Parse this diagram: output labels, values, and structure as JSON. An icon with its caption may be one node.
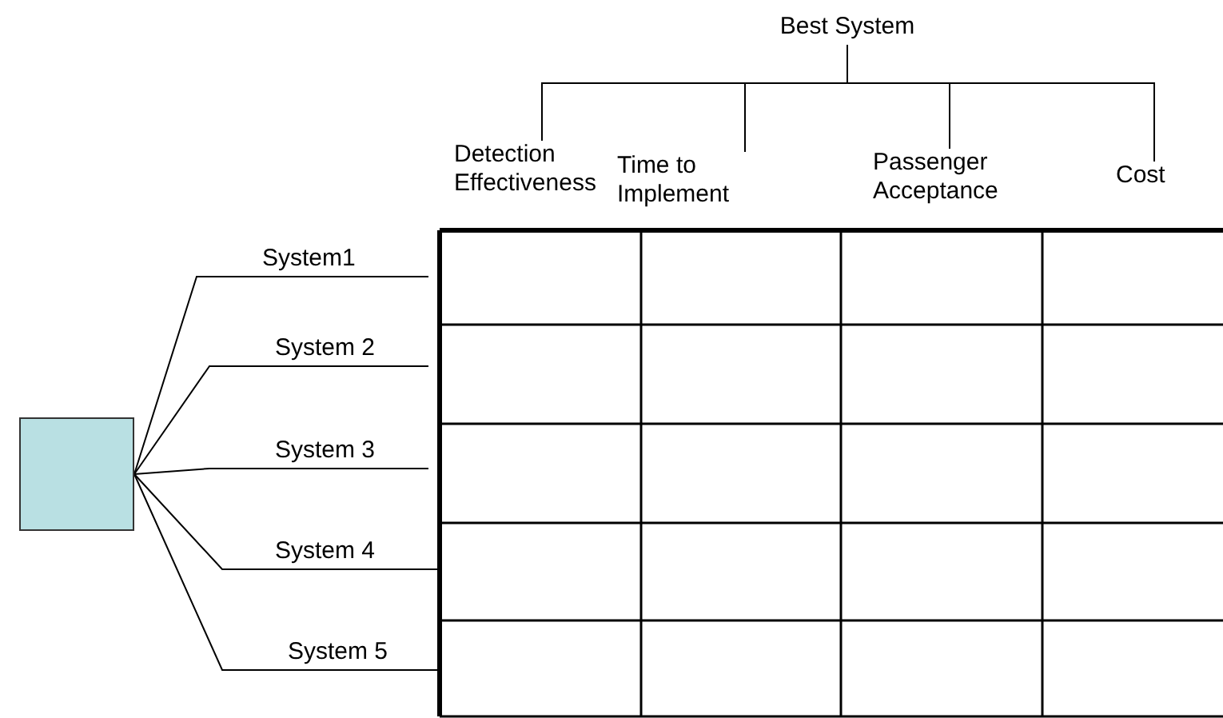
{
  "diagram": {
    "nodes": [
      {
        "text": [
          "Best System"
        ]
      },
      {
        "text": [
          "Detection Effectiveness"
        ]
      },
      {
        "text": [
          "Time to Implement"
        ]
      },
      {
        "text": [
          "Passenger Acceptance"
        ]
      },
      {
        "text": [
          "Cost"
        ]
      },
      {
        "text": [],
        "shape": "box"
      },
      {
        "text": [
          "System1"
        ]
      },
      {
        "text": [
          "System 2"
        ]
      },
      {
        "text": [
          "System 3"
        ]
      },
      {
        "text": [
          "System 4"
        ]
      },
      {
        "text": [
          "System 5"
        ]
      }
    ],
    "edges": [
      {
        "from": 0,
        "to": 1,
        "arrow": "none"
      },
      {
        "from": 0,
        "to": 2,
        "arrow": "none"
      },
      {
        "from": 0,
        "to": 3,
        "arrow": "none"
      },
      {
        "from": 0,
        "to": 4,
        "arrow": "none"
      },
      {
        "from": 5,
        "to": 6,
        "arrow": "none"
      },
      {
        "from": 5,
        "to": 7,
        "arrow": "none"
      },
      {
        "from": 5,
        "to": 8,
        "arrow": "none"
      },
      {
        "from": 5,
        "to": 9,
        "arrow": "none"
      },
      {
        "from": 5,
        "to": 10,
        "arrow": "none"
      }
    ]
  }
}
